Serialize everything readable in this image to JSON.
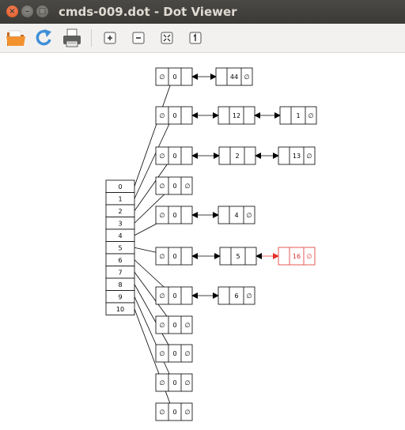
{
  "window": {
    "title": "cmds-009.dot - Dot Viewer",
    "close_symbol": "×",
    "minimize_symbol": "–",
    "maximize_symbol": "□"
  },
  "toolbar": {
    "items": [
      {
        "name": "open-icon"
      },
      {
        "name": "reload-icon"
      },
      {
        "name": "print-icon"
      },
      {
        "name": "zoom-in-icon"
      },
      {
        "name": "zoom-out-icon"
      },
      {
        "name": "zoom-fit-icon"
      },
      {
        "name": "zoom-100-icon"
      }
    ]
  },
  "graph": {
    "null_symbol": "∅",
    "array": [
      "0",
      "1",
      "2",
      "3",
      "4",
      "5",
      "6",
      "7",
      "8",
      "9",
      "10"
    ],
    "rows": [
      {
        "index": "0",
        "head_mid": "0",
        "head_right": "",
        "chain": [
          {
            "value": "44",
            "right": "∅"
          }
        ]
      },
      {
        "index": "1",
        "head_mid": "0",
        "head_right": "",
        "chain": [
          {
            "value": "12",
            "right": ""
          },
          {
            "value": "1",
            "right": "∅"
          }
        ]
      },
      {
        "index": "2",
        "head_mid": "0",
        "head_right": "",
        "chain": [
          {
            "value": "2",
            "right": ""
          },
          {
            "value": "13",
            "right": "∅"
          }
        ]
      },
      {
        "index": "3",
        "head_mid": "0",
        "head_right": "∅",
        "chain": []
      },
      {
        "index": "4",
        "head_mid": "0",
        "head_right": "",
        "chain": [
          {
            "value": "4",
            "right": "∅"
          }
        ]
      },
      {
        "index": "5",
        "head_mid": "0",
        "head_right": "",
        "chain": [
          {
            "value": "5",
            "right": ""
          },
          {
            "value": "16",
            "right": "∅",
            "highlight": true
          }
        ]
      },
      {
        "index": "6",
        "head_mid": "0",
        "head_right": "",
        "chain": [
          {
            "value": "6",
            "right": "∅"
          }
        ]
      },
      {
        "index": "7",
        "head_mid": "0",
        "head_right": "∅",
        "chain": []
      },
      {
        "index": "8",
        "head_mid": "0",
        "head_right": "∅",
        "chain": []
      },
      {
        "index": "9",
        "head_mid": "0",
        "head_right": "∅",
        "chain": []
      },
      {
        "index": "10",
        "head_mid": "0",
        "head_right": "∅",
        "chain": []
      }
    ],
    "colors": {
      "line": "#000000",
      "highlight": "#e0322c",
      "box_fill": "#ffffff"
    }
  }
}
